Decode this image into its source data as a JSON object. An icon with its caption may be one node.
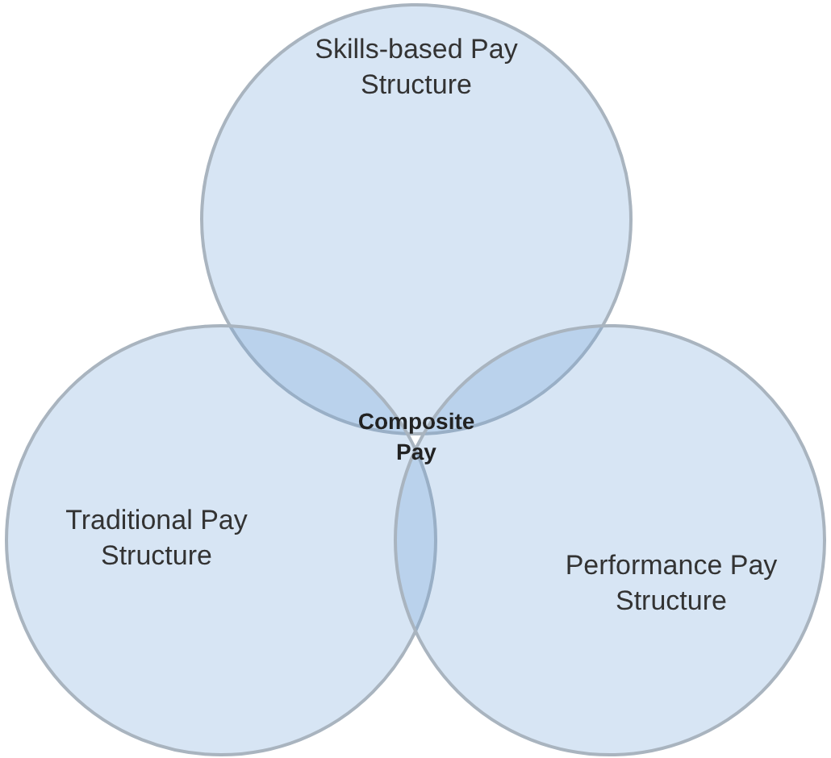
{
  "diagram": {
    "nodes": [
      {
        "text": [
          "Skills-based Pay Structure"
        ]
      },
      {
        "text": [
          "Traditional Pay Structure"
        ]
      },
      {
        "text": [
          "Performance Pay Structure"
        ]
      }
    ],
    "labels": [
      "Composite Pay"
    ]
  }
}
